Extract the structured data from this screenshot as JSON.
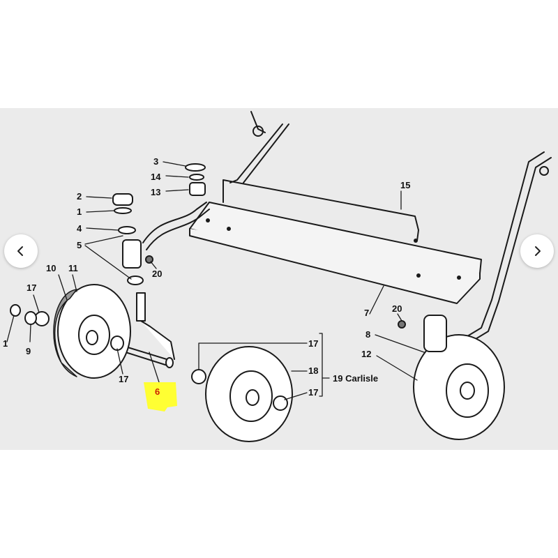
{
  "carousel": {
    "prev_icon": "chevron-left-icon",
    "next_icon": "chevron-right-icon"
  },
  "diagram": {
    "highlight_color": "#ffff33",
    "callouts": {
      "c1_top": "1",
      "c1_left": "1",
      "c2": "2",
      "c3": "3",
      "c4": "4",
      "c5": "5",
      "c6": "6",
      "c7": "7",
      "c8": "8",
      "c9": "9",
      "c10": "10",
      "c11": "11",
      "c12": "12",
      "c13": "13",
      "c14": "14",
      "c15": "15",
      "c17_a": "17",
      "c17_b": "17",
      "c17_c": "17",
      "c17_d": "17",
      "c18": "18",
      "c19": "19 Carlisle",
      "c20_a": "20",
      "c20_b": "20"
    }
  }
}
